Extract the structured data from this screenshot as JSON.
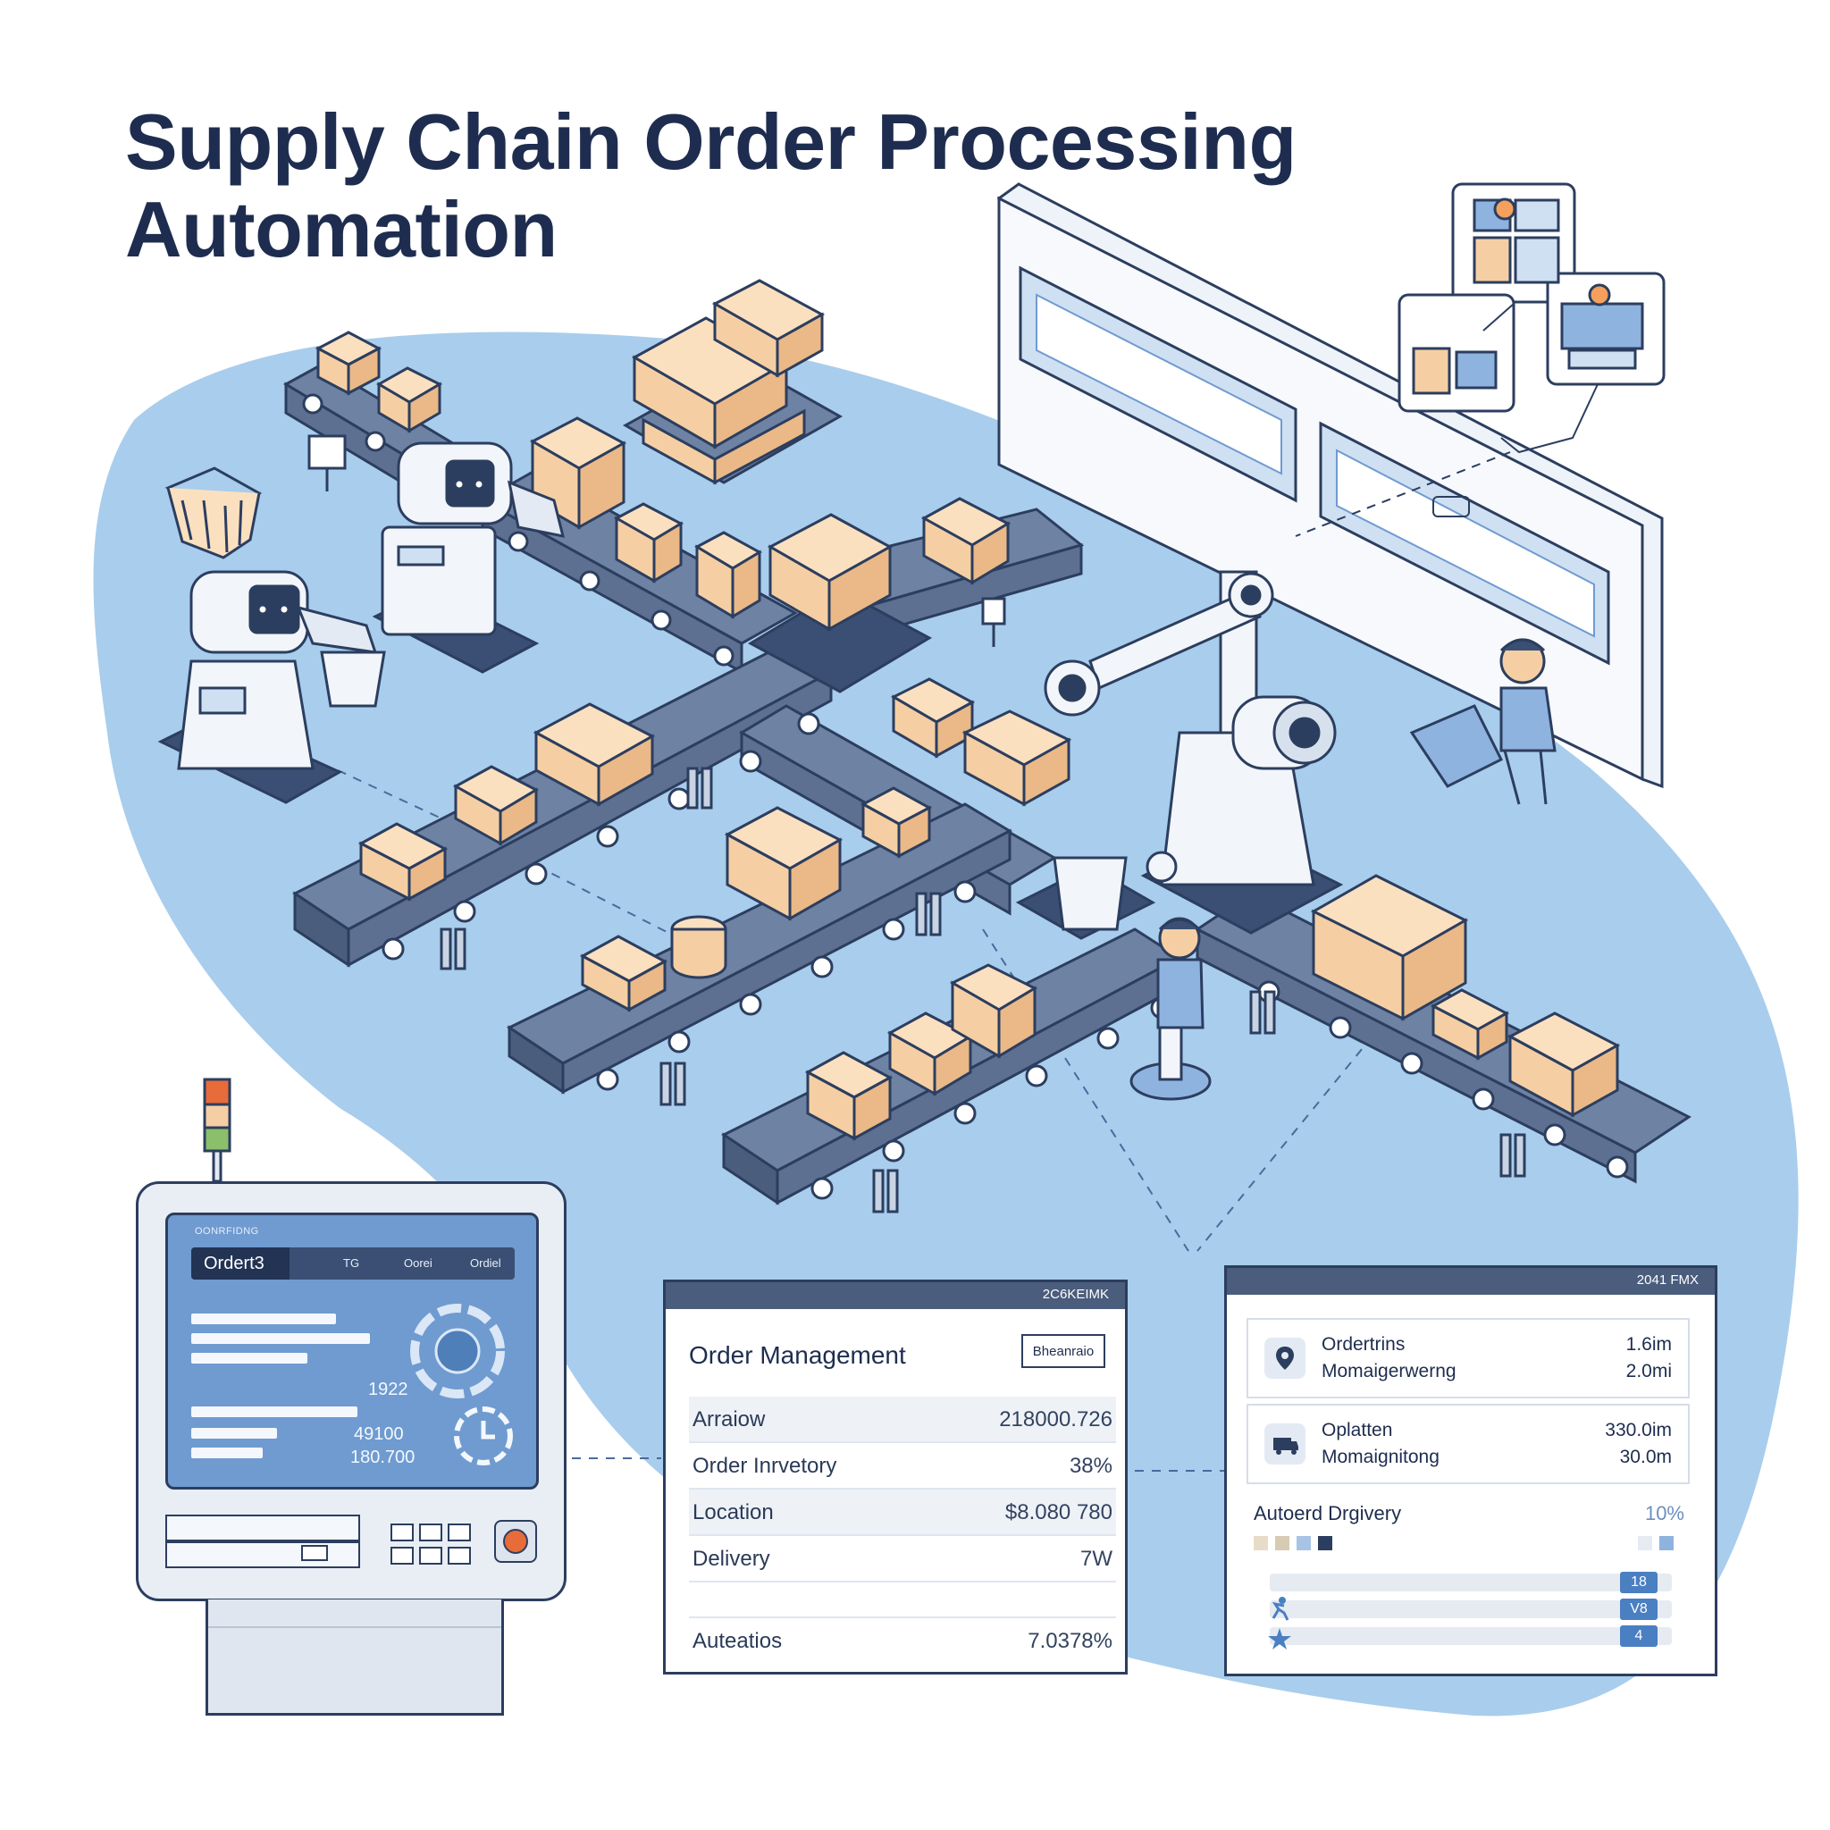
{
  "title": {
    "line1": "Supply Chain Order Processing",
    "line2": "Automation"
  },
  "colors": {
    "accent": "#1e2d4f",
    "floor": "#a9cdec",
    "panel_header": "#4b5d7d",
    "box": "#f5cfa3",
    "badge": "#4a7fc2",
    "indicator_red": "#e86b3a"
  },
  "kiosk": {
    "brand": "OONRFIDNG",
    "tab_active": "Ordert3",
    "tabs": [
      "TG",
      "Oorei",
      "Ordiel"
    ],
    "figures": [
      "1922",
      "49100",
      "180.700"
    ]
  },
  "order_panel": {
    "header_code": "2C6KEIMK",
    "title": "Order Management",
    "button": "Bheanraio",
    "rows": [
      {
        "label": "Arraiow",
        "value": "218000.726"
      },
      {
        "label": "Order Inrvetory",
        "value": "38%"
      },
      {
        "label": "Location",
        "value": "$8.080 780"
      },
      {
        "label": "Delivery",
        "value": "7W"
      }
    ],
    "footer": {
      "label": "Auteatios",
      "value": "7.0378%"
    }
  },
  "right_panel": {
    "header_code": "2041 FMX",
    "cards": [
      {
        "line1": "Ordertrins",
        "line2": "Momaigerwerng",
        "val1": "1.6im",
        "val2": "2.0mi",
        "icon": "location-pin-icon"
      },
      {
        "line1": "Oplatten",
        "line2": "Momaignitong",
        "val1": "330.0im",
        "val2": "30.0m",
        "icon": "truck-icon"
      }
    ],
    "delivery_label": "Autoerd Drgivery",
    "delivery_pct": "10%",
    "bars": [
      {
        "badge": "18"
      },
      {
        "badge": "V8"
      },
      {
        "badge": "4"
      }
    ]
  }
}
